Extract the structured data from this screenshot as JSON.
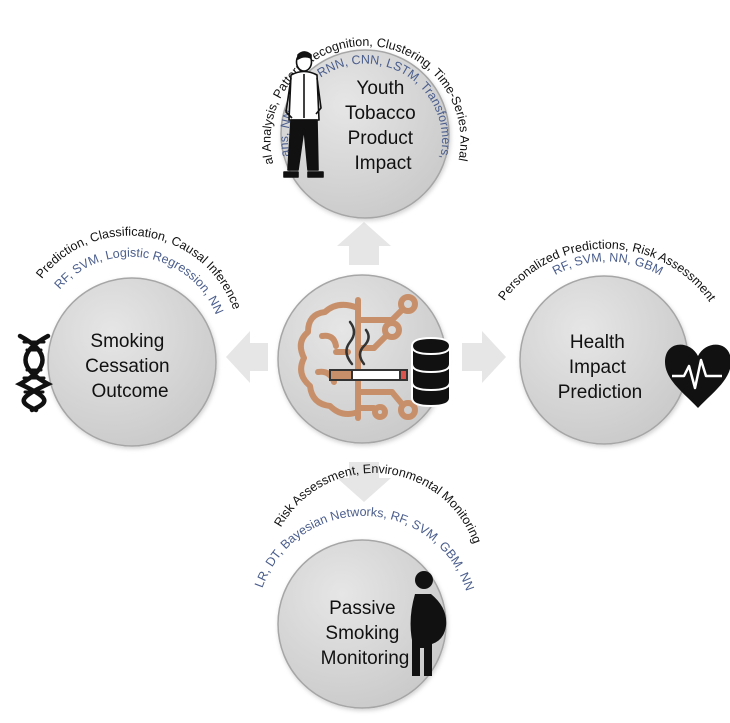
{
  "colors": {
    "circle_fill": "#c9c9c9",
    "circle_highlight": "#e6e6e6",
    "circle_stroke": "#a6a6a6",
    "arrow": "#e6e6e6",
    "method_text": "#4a5d8c",
    "ai_brain": "#c8906a"
  },
  "nodes": {
    "top": {
      "title": [
        "Youth",
        "Tobacco",
        "Product",
        "Impact"
      ],
      "tasks": "Behavioral Analysis, Pattern Recognition, Clustering, Time-Series Analysis, NLP",
      "methods": "K-Means, NN, HMM, RNN, CNN, LSTM, Transformers, NLP",
      "icon": "person-standing-icon"
    },
    "left": {
      "title": [
        "Smoking",
        "Cessation",
        "Outcome"
      ],
      "tasks": "Prediction, Classification, Causal Inference",
      "methods": "RF, SVM, Logistic Regression, NN",
      "icon": "dna-icon"
    },
    "right": {
      "title": [
        "Health",
        "Impact",
        "Prediction"
      ],
      "tasks": "Personalized Predictions, Risk Assessment",
      "methods": "RF, SVM, NN, GBM",
      "icon": "heart-pulse-icon"
    },
    "bottom": {
      "title": [
        "Passive",
        "Smoking",
        "Monitoring"
      ],
      "tasks": "Risk Assessment, Environmental Monitoring",
      "methods": "LR, DT, Bayesian Networks, RF, SVM, GBM, NN",
      "icon": "pregnant-woman-icon"
    }
  },
  "center": {
    "icons": [
      "ai-brain-icon",
      "cigarette-icon",
      "database-icon"
    ]
  }
}
